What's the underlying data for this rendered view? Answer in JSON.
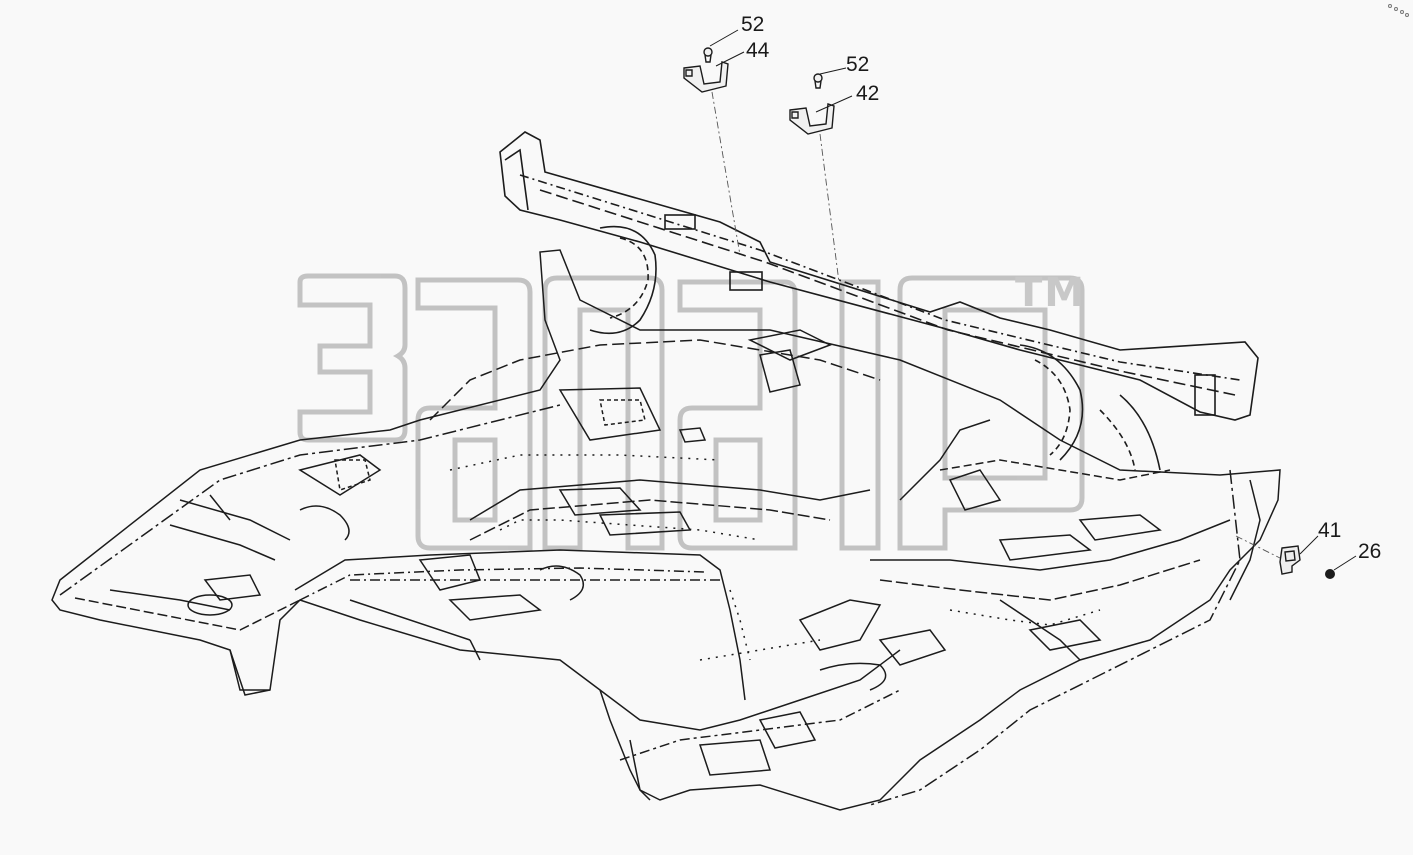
{
  "watermark": {
    "trademark": "TM"
  },
  "callouts": [
    {
      "id": "c52a",
      "text": "52"
    },
    {
      "id": "c44",
      "text": "44"
    },
    {
      "id": "c52b",
      "text": "52"
    },
    {
      "id": "c42",
      "text": "42"
    },
    {
      "id": "c41",
      "text": "41"
    },
    {
      "id": "c26",
      "text": "26"
    }
  ]
}
